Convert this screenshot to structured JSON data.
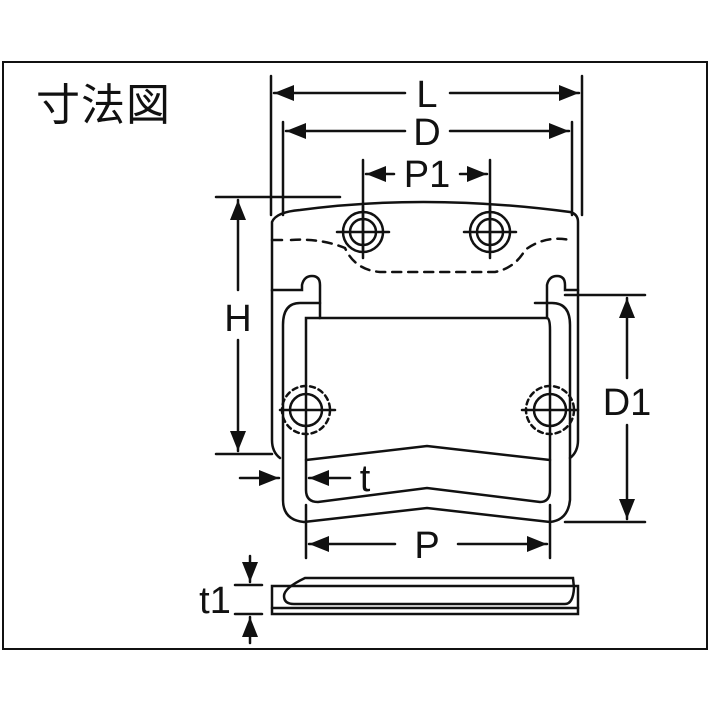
{
  "title": "寸法図",
  "dimensions": {
    "L": "L",
    "D": "D",
    "P1": "P1",
    "H": "H",
    "D1": "D1",
    "t": "t",
    "P": "P",
    "t1": "t1"
  },
  "colors": {
    "line": "#111111",
    "background": "#ffffff"
  }
}
